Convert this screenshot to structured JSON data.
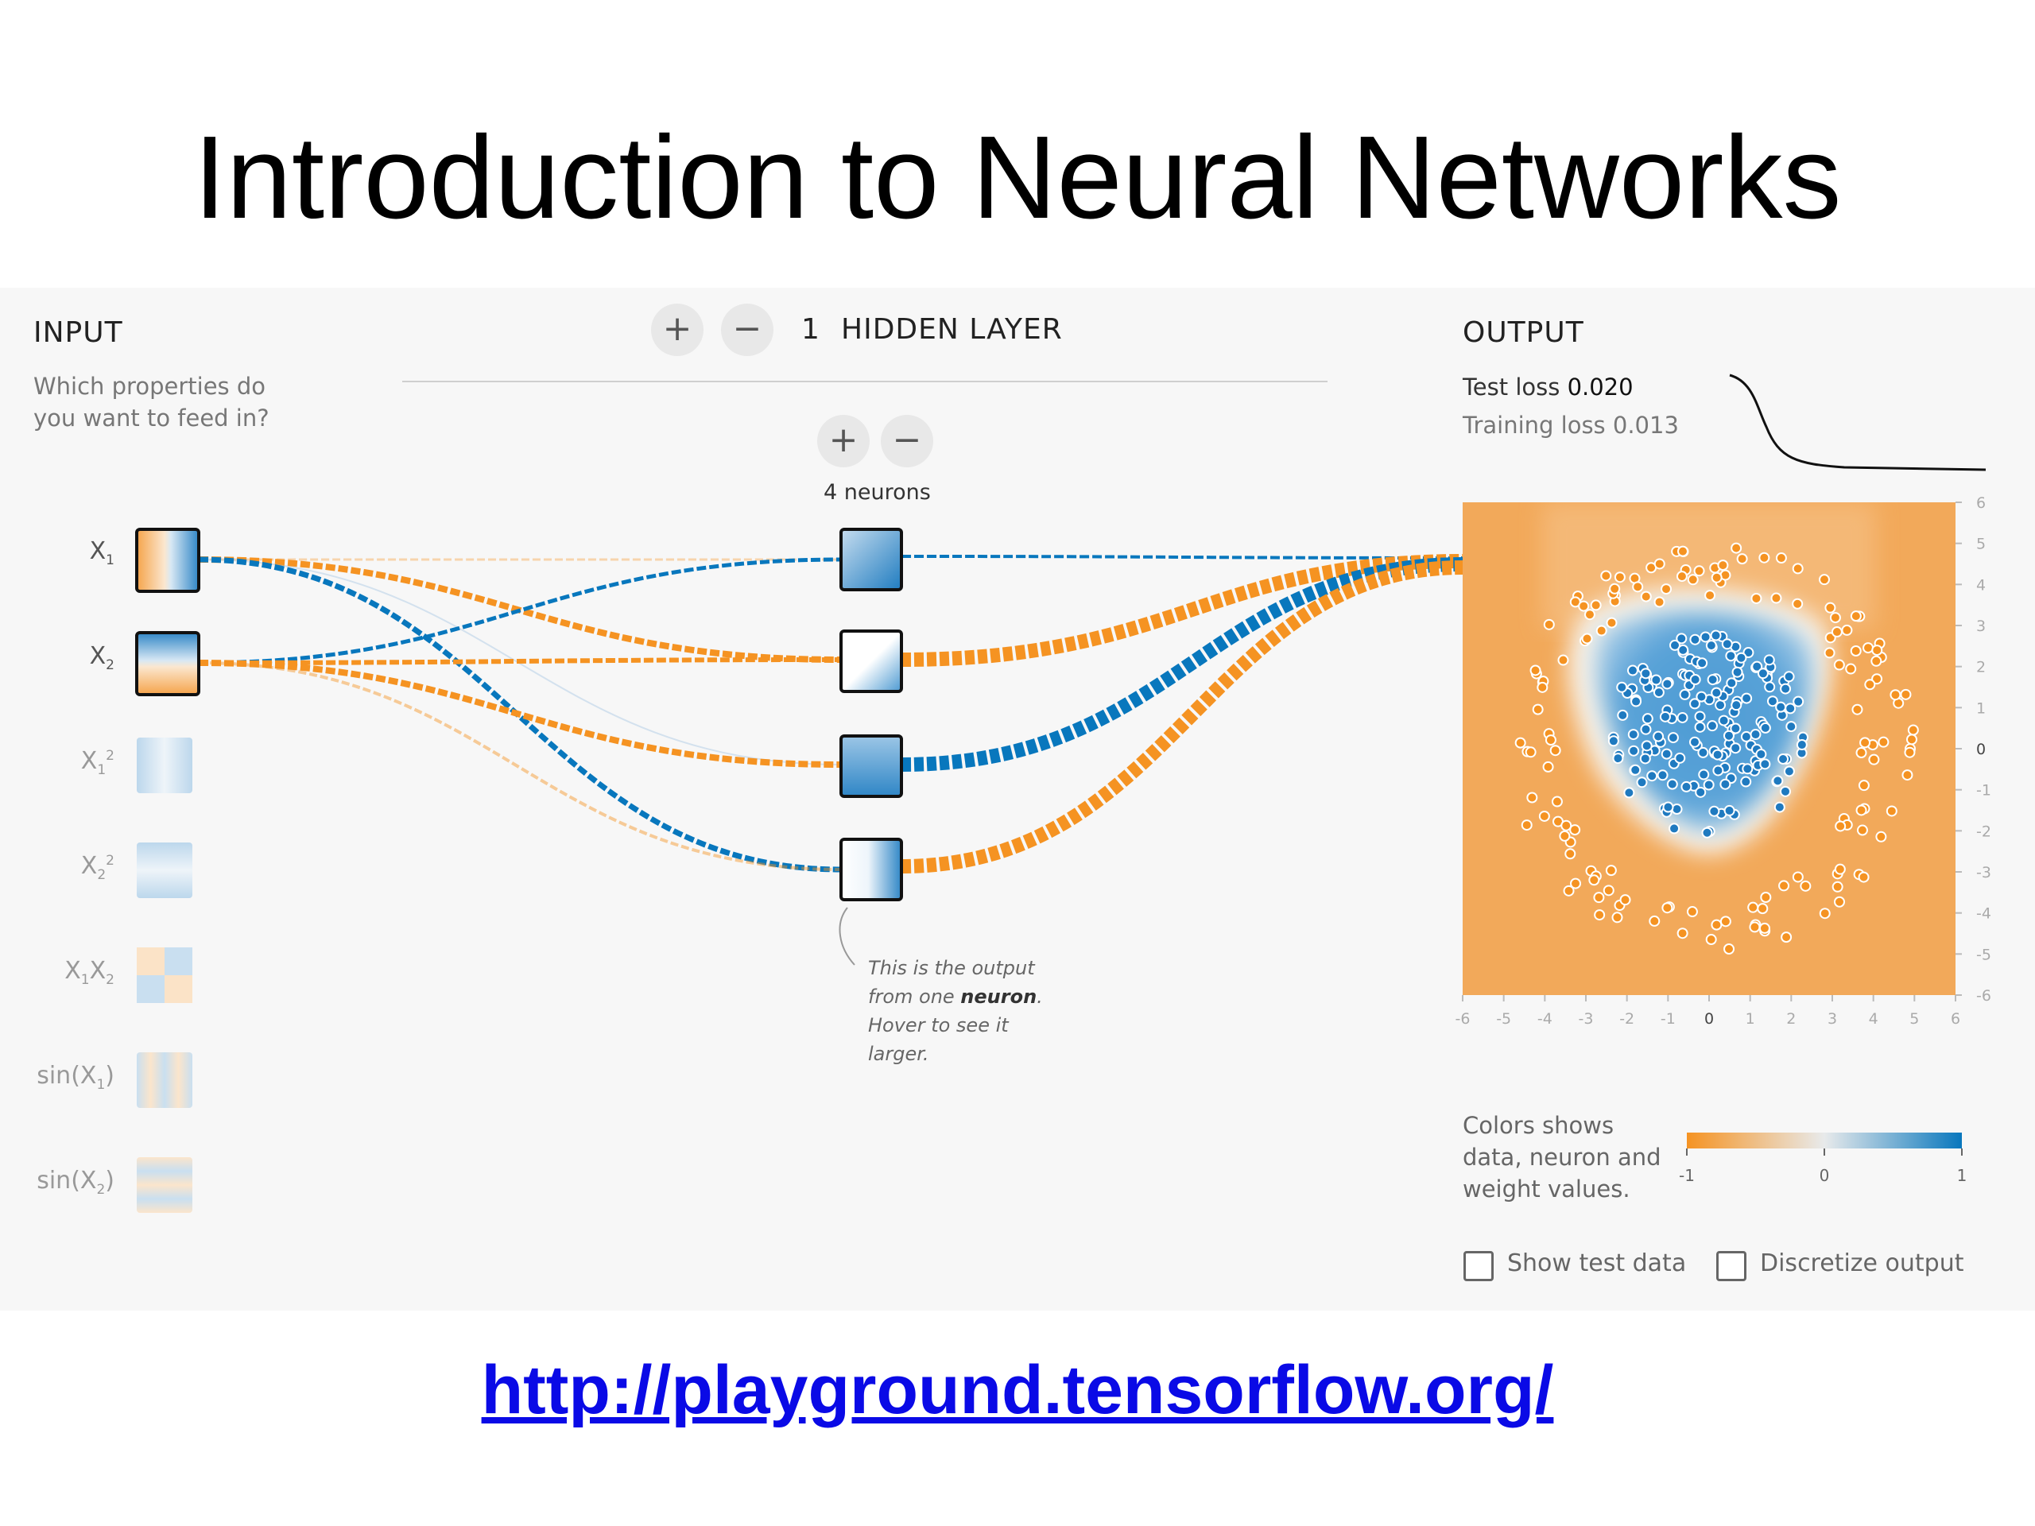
{
  "slide": {
    "title": "Introduction to Neural Networks",
    "link": "http://playground.tensorflow.org/"
  },
  "input": {
    "header": "INPUT",
    "question_line1": "Which properties do",
    "question_line2": "you want to feed in?",
    "features": [
      {
        "name": "X1",
        "base": "X",
        "sub": "1",
        "sup": "",
        "active": true
      },
      {
        "name": "X2",
        "base": "X",
        "sub": "2",
        "sup": "",
        "active": true
      },
      {
        "name": "X1^2",
        "base": "X",
        "sub": "1",
        "sup": "2",
        "active": false
      },
      {
        "name": "X2^2",
        "base": "X",
        "sub": "2",
        "sup": "2",
        "active": false
      },
      {
        "name": "X1X2",
        "base": "X",
        "sub": "1",
        "sup": "",
        "active": false
      },
      {
        "name": "sin(X1)",
        "base": "sin(X",
        "sub": "1",
        "sup": "",
        "active": false
      },
      {
        "name": "sin(X2)",
        "base": "sin(X",
        "sub": "2",
        "sup": "",
        "active": false
      }
    ]
  },
  "hidden": {
    "add_layer": "+",
    "remove_layer": "−",
    "layer_count": "1",
    "layer_label": "HIDDEN LAYER",
    "add_neuron": "+",
    "remove_neuron": "−",
    "neurons_label": "4 neurons",
    "note_line1": "This is the output",
    "note_line2a": "from one ",
    "note_line2b": "neuron",
    "note_line2c": ".",
    "note_line3": "Hover to see it",
    "note_line4": "larger."
  },
  "output": {
    "header": "OUTPUT",
    "test_loss_label": "Test loss",
    "test_loss_value": "0.020",
    "training_loss_label": "Training loss",
    "training_loss_value": "0.013",
    "y_ticks": [
      "6",
      "5",
      "4",
      "3",
      "2",
      "1",
      "0",
      "-1",
      "-2",
      "-3",
      "-4",
      "-5",
      "-6"
    ],
    "x_ticks": [
      "-6",
      "-5",
      "-4",
      "-3",
      "-2",
      "-1",
      "0",
      "1",
      "2",
      "3",
      "4",
      "5",
      "6"
    ],
    "legend_line1": "Colors shows",
    "legend_line2": "data, neuron and",
    "legend_line3": "weight values.",
    "scale_min": "-1",
    "scale_mid": "0",
    "scale_max": "1",
    "show_test_data": "Show test data",
    "discretize_output": "Discretize output"
  },
  "colors": {
    "orange": "#f59322",
    "blue": "#0877bd",
    "panel": "#f7f7f7"
  }
}
